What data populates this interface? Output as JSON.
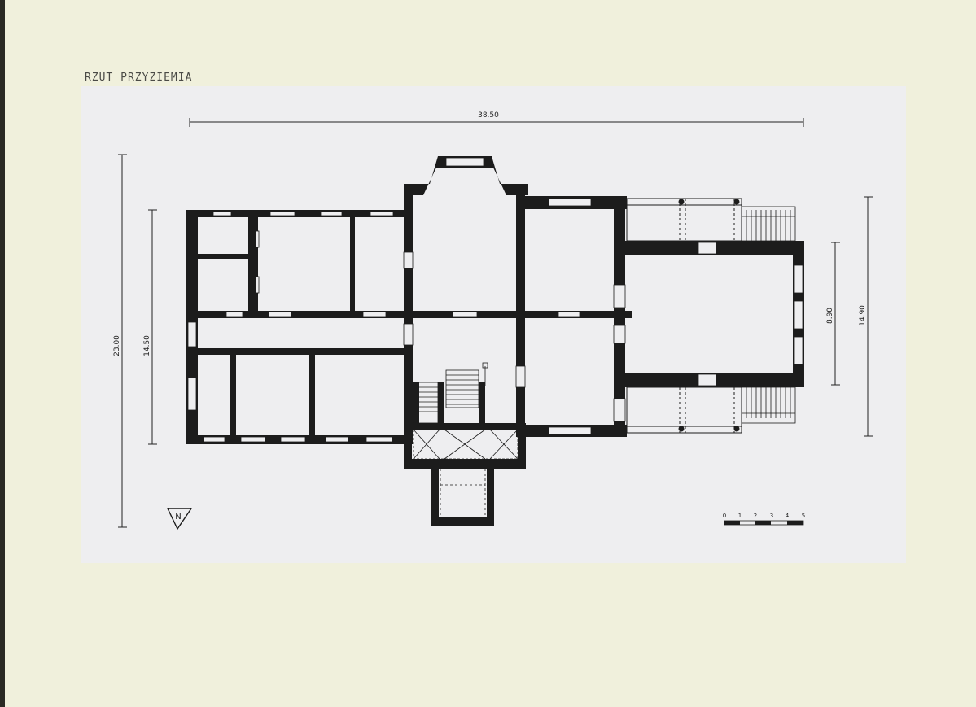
{
  "sheet": {
    "title": "RZUT PRZYZIEMIA"
  },
  "dimensions": {
    "overall_width": "38.50",
    "overall_depth": "23.00",
    "main_block_depth": "14.50",
    "east_wing_inner": "8.90",
    "east_wing_outer": "14.90"
  },
  "north_arrow": {
    "label": "N"
  },
  "scale_bar": {
    "ticks": [
      "0",
      "1",
      "2",
      "3",
      "4",
      "5"
    ],
    "segments": 5
  },
  "colors": {
    "paper": "#f0f0dc",
    "panel": "#eeeef0",
    "ink": "#1c1c1c"
  }
}
